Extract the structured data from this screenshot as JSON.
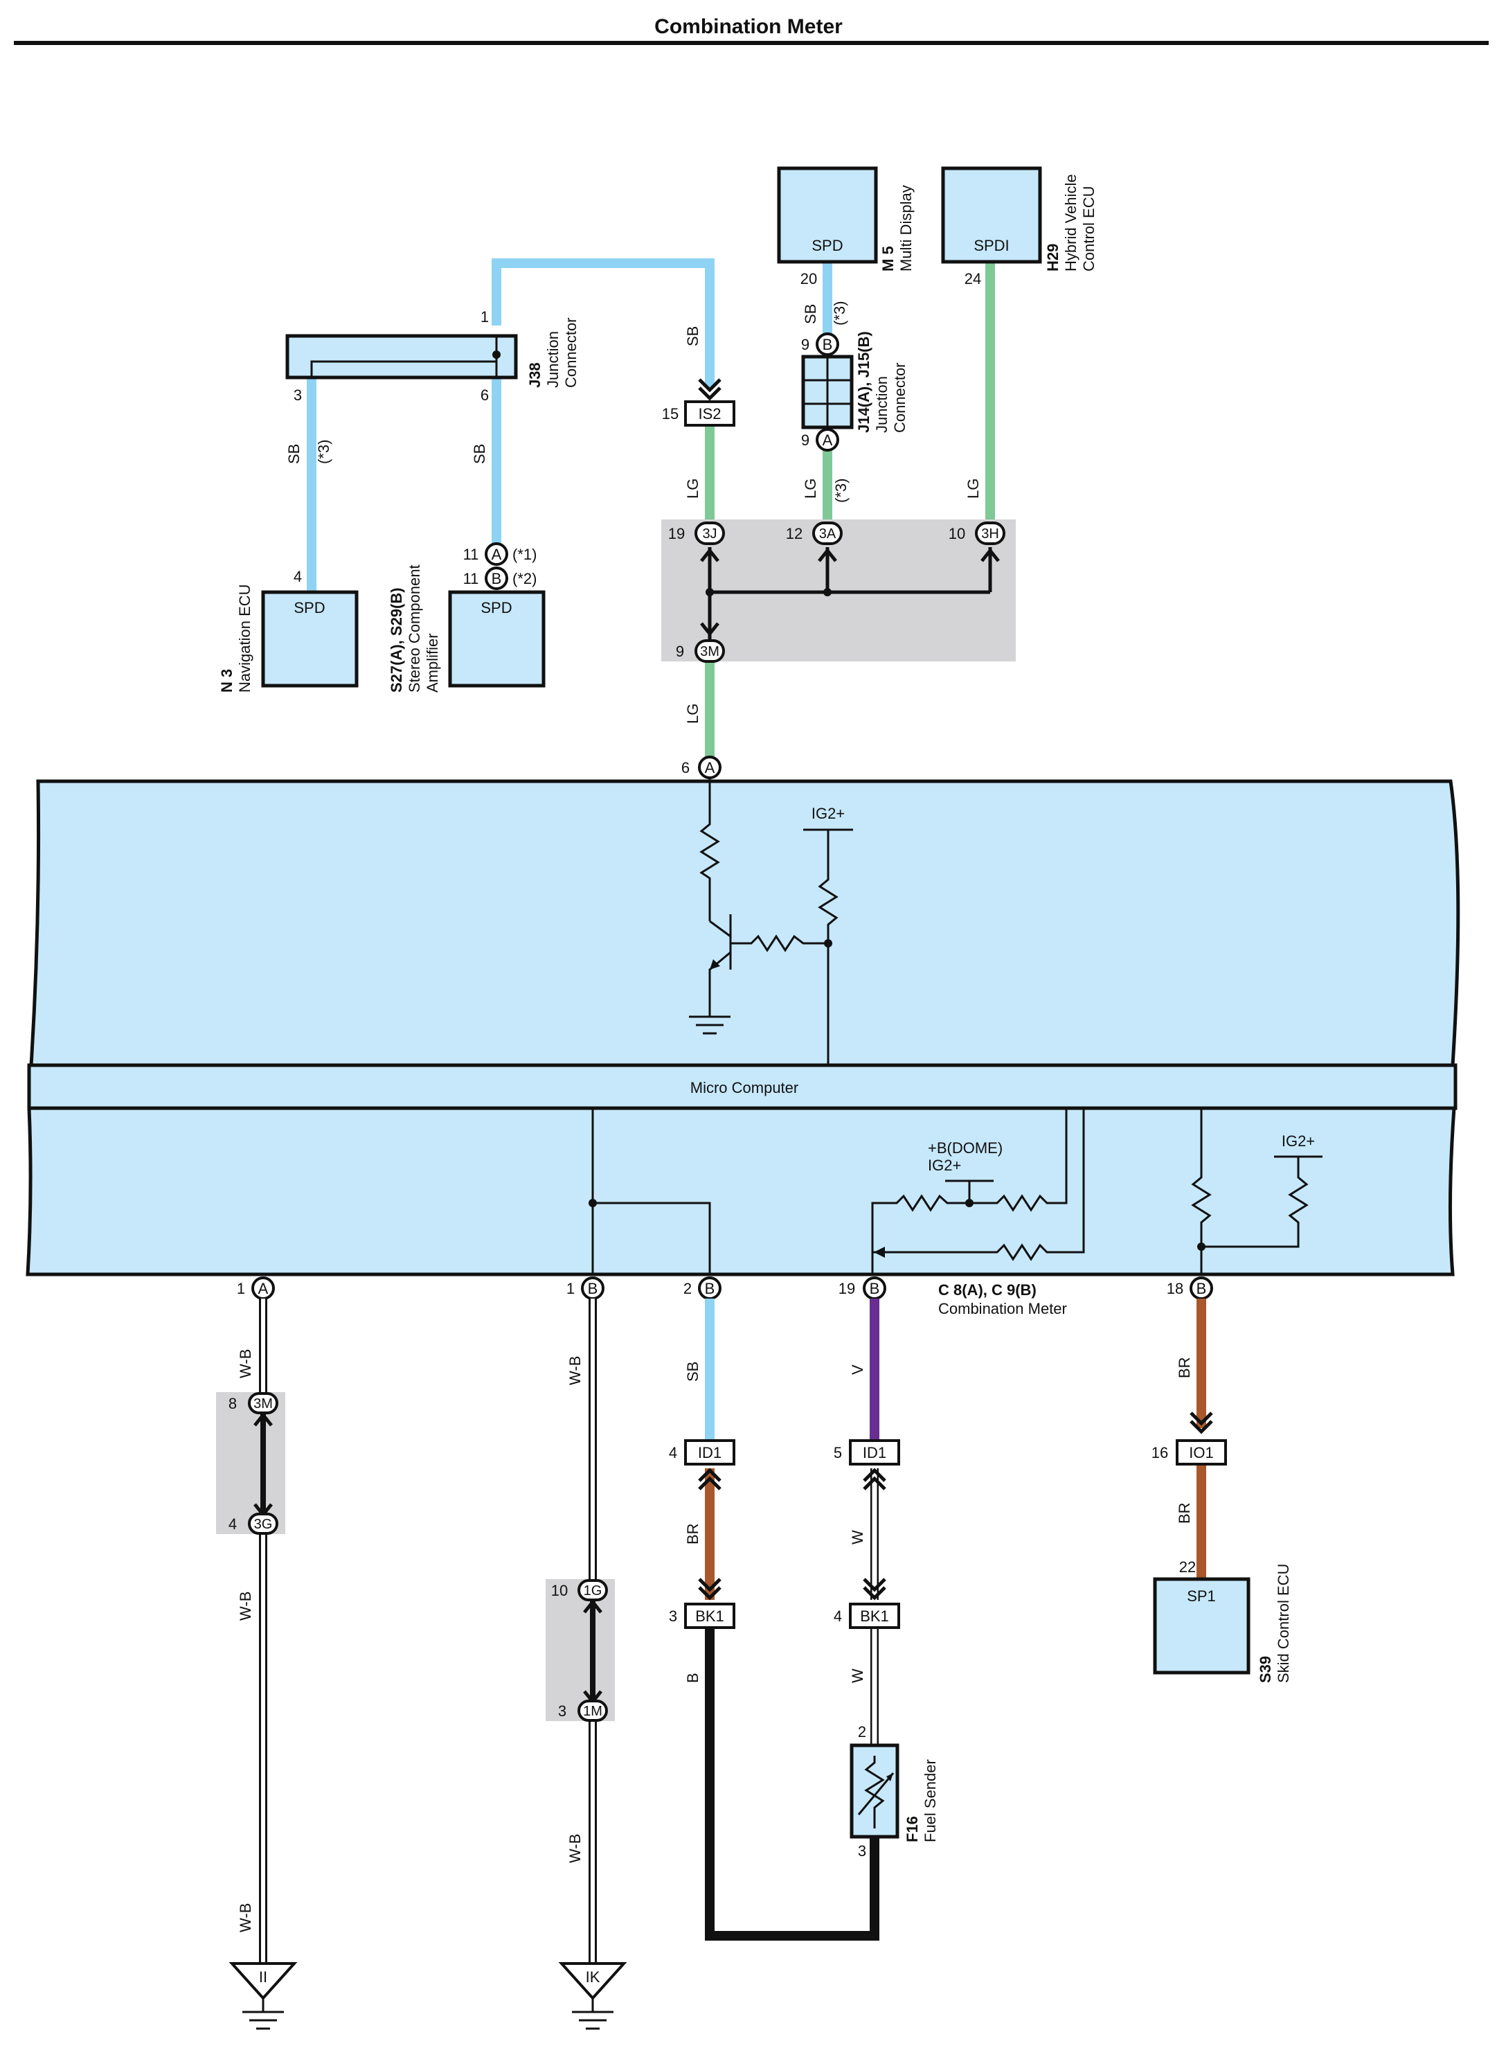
{
  "title": "Combination Meter",
  "components": {
    "m5": {
      "id": "M 5",
      "name": "Multi Display",
      "pin_label": "SPD",
      "pin": "20"
    },
    "h29": {
      "id": "H29",
      "name1": "Hybrid Vehicle",
      "name2": "Control ECU",
      "pin_label": "SPDI",
      "pin": "24"
    },
    "j38": {
      "id": "J38",
      "name1": "Junction",
      "name2": "Connector",
      "pin1": "1",
      "pin3": "3",
      "pin6": "6"
    },
    "j14": {
      "id": "J14(A), J15(B)",
      "name1": "Junction",
      "name2": "Connector",
      "pin_top": "9",
      "pin_bot": "9",
      "letter_top": "B",
      "letter_bot": "A"
    },
    "n3": {
      "id": "N 3",
      "name": "Navigation ECU",
      "pin_label": "SPD",
      "pin": "4"
    },
    "s27": {
      "id": "S27(A), S29(B)",
      "name1": "Stereo Component",
      "name2": "Amplifier",
      "pin_label": "SPD",
      "pinA": "11",
      "pinB": "11",
      "noteA": "(*1)",
      "noteB": "(*2)"
    },
    "is2": {
      "label": "IS2",
      "pin": "15"
    },
    "junction_block": {
      "pins": [
        {
          "num": "19",
          "label": "3J"
        },
        {
          "num": "12",
          "label": "3A"
        },
        {
          "num": "10",
          "label": "3H"
        },
        {
          "num": "9",
          "label": "3M"
        }
      ]
    },
    "meter_top_pin": {
      "num": "6",
      "letter": "A"
    },
    "ig2_top": "IG2+",
    "micro_computer": "Micro Computer",
    "dome": "+B(DOME)",
    "ig2_mid": "IG2+",
    "ig2_right": "IG2+",
    "meter_id": "C 8(A), C 9(B)",
    "meter_name": "Combination Meter",
    "bottom_pins": [
      {
        "num": "1",
        "letter": "A"
      },
      {
        "num": "1",
        "letter": "B"
      },
      {
        "num": "2",
        "letter": "B"
      },
      {
        "num": "19",
        "letter": "B"
      },
      {
        "num": "18",
        "letter": "B"
      }
    ],
    "splices": [
      {
        "top_num": "8",
        "top": "3M",
        "bot_num": "4",
        "bot": "3G"
      },
      {
        "top_num": "10",
        "top": "1G",
        "bot_num": "3",
        "bot": "1M"
      }
    ],
    "connectors": [
      {
        "num": "4",
        "label": "ID1"
      },
      {
        "num": "5",
        "label": "ID1"
      },
      {
        "num": "16",
        "label": "IO1"
      },
      {
        "num": "3",
        "label": "BK1"
      },
      {
        "num": "4",
        "label": "BK1"
      }
    ],
    "s39": {
      "id": "S39",
      "name": "Skid Control ECU",
      "pin_label": "SP1",
      "pin": "22"
    },
    "f16": {
      "id": "F16",
      "name": "Fuel Sender",
      "pin_top": "2",
      "pin_bot": "3"
    },
    "grounds": [
      "II",
      "IK"
    ]
  },
  "wire_colors": {
    "sb": "SB",
    "lg": "LG",
    "v": "V",
    "br": "BR",
    "b": "B",
    "w": "W",
    "wb": "W-B",
    "note3": "(*3)"
  },
  "colors": {
    "sb": "#8fd3f4",
    "lg": "#7fc996",
    "v": "#6a2d91",
    "br": "#a8582c",
    "panel": "#c6e8fa"
  }
}
